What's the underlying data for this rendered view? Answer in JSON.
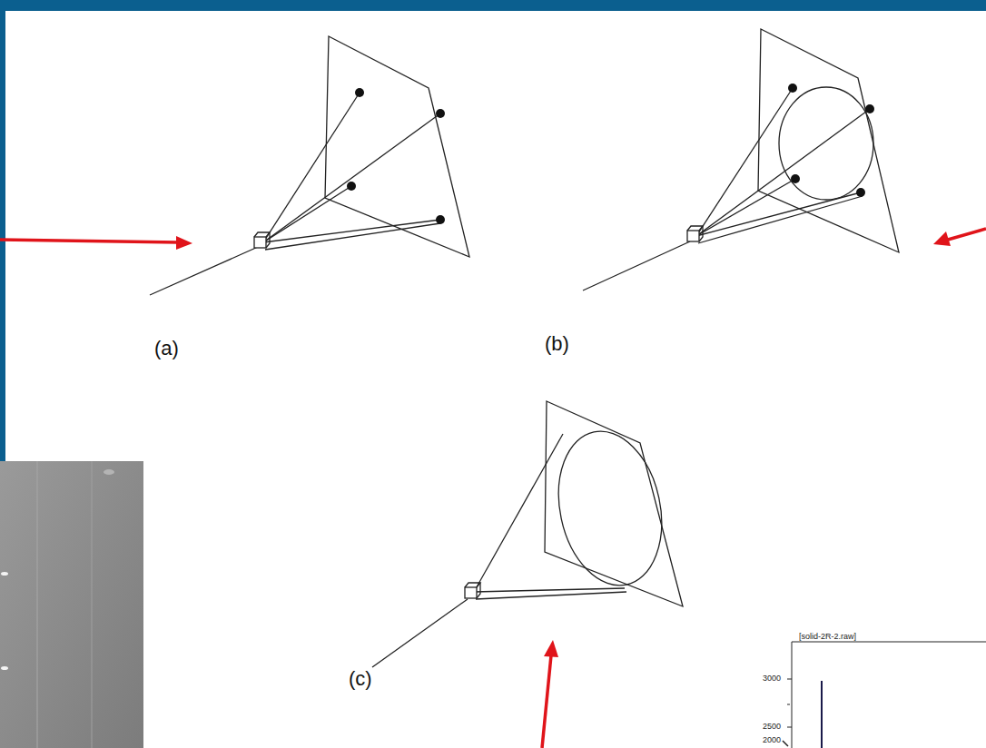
{
  "diagram": {
    "labels": [
      "(a)",
      "(b)",
      "(c)",
      "[solid-2R-2.raw]",
      "3000",
      "2500",
      "2000"
    ]
  }
}
